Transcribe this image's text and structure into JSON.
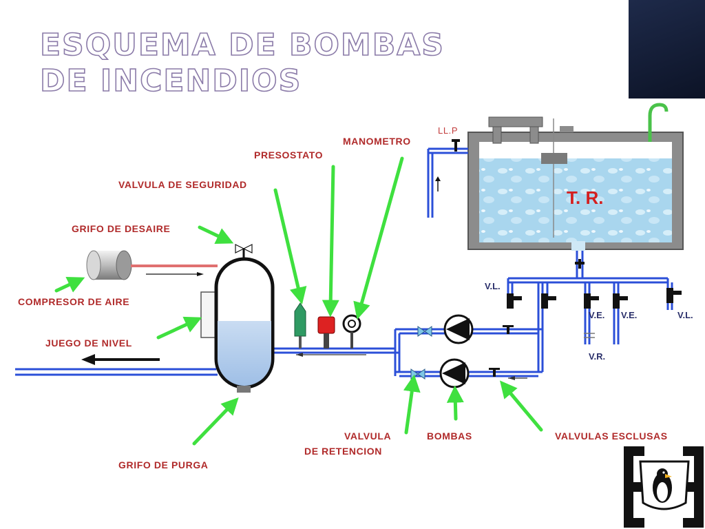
{
  "title": "ESQUEMA DE BOMBAS DE INCENDIOS",
  "tank_label": "T. R.",
  "labels": {
    "llp": "LL.P",
    "manometro": "MANOMETRO",
    "presostato": "PRESOSTATO",
    "valvula_seguridad": "VALVULA DE SEGURIDAD",
    "grifo_desaire": "GRIFO DE DESAIRE",
    "compresor_aire": "COMPRESOR DE AIRE",
    "juego_nivel": "JUEGO DE NIVEL",
    "grifo_purga": "GRIFO DE PURGA",
    "valvula_retencion_1": "VALVULA",
    "valvula_retencion_2": "DE RETENCION",
    "bombas": "BOMBAS",
    "valvulas_esclusas": "VALVULAS ESCLUSAS",
    "vl_left": "V.L.",
    "vl_right": "V.L.",
    "ve_1": "V.E.",
    "ve_2": "V.E.",
    "vr": "V.R."
  },
  "colors": {
    "title_outline": "#8a7aa8",
    "label_red": "#b02a2a",
    "arrow_green": "#3fe03f",
    "pipe_blue": "#2b4fd8",
    "water": "#a9d6ee"
  },
  "icons": {
    "logo": "university-logo-penguin"
  }
}
